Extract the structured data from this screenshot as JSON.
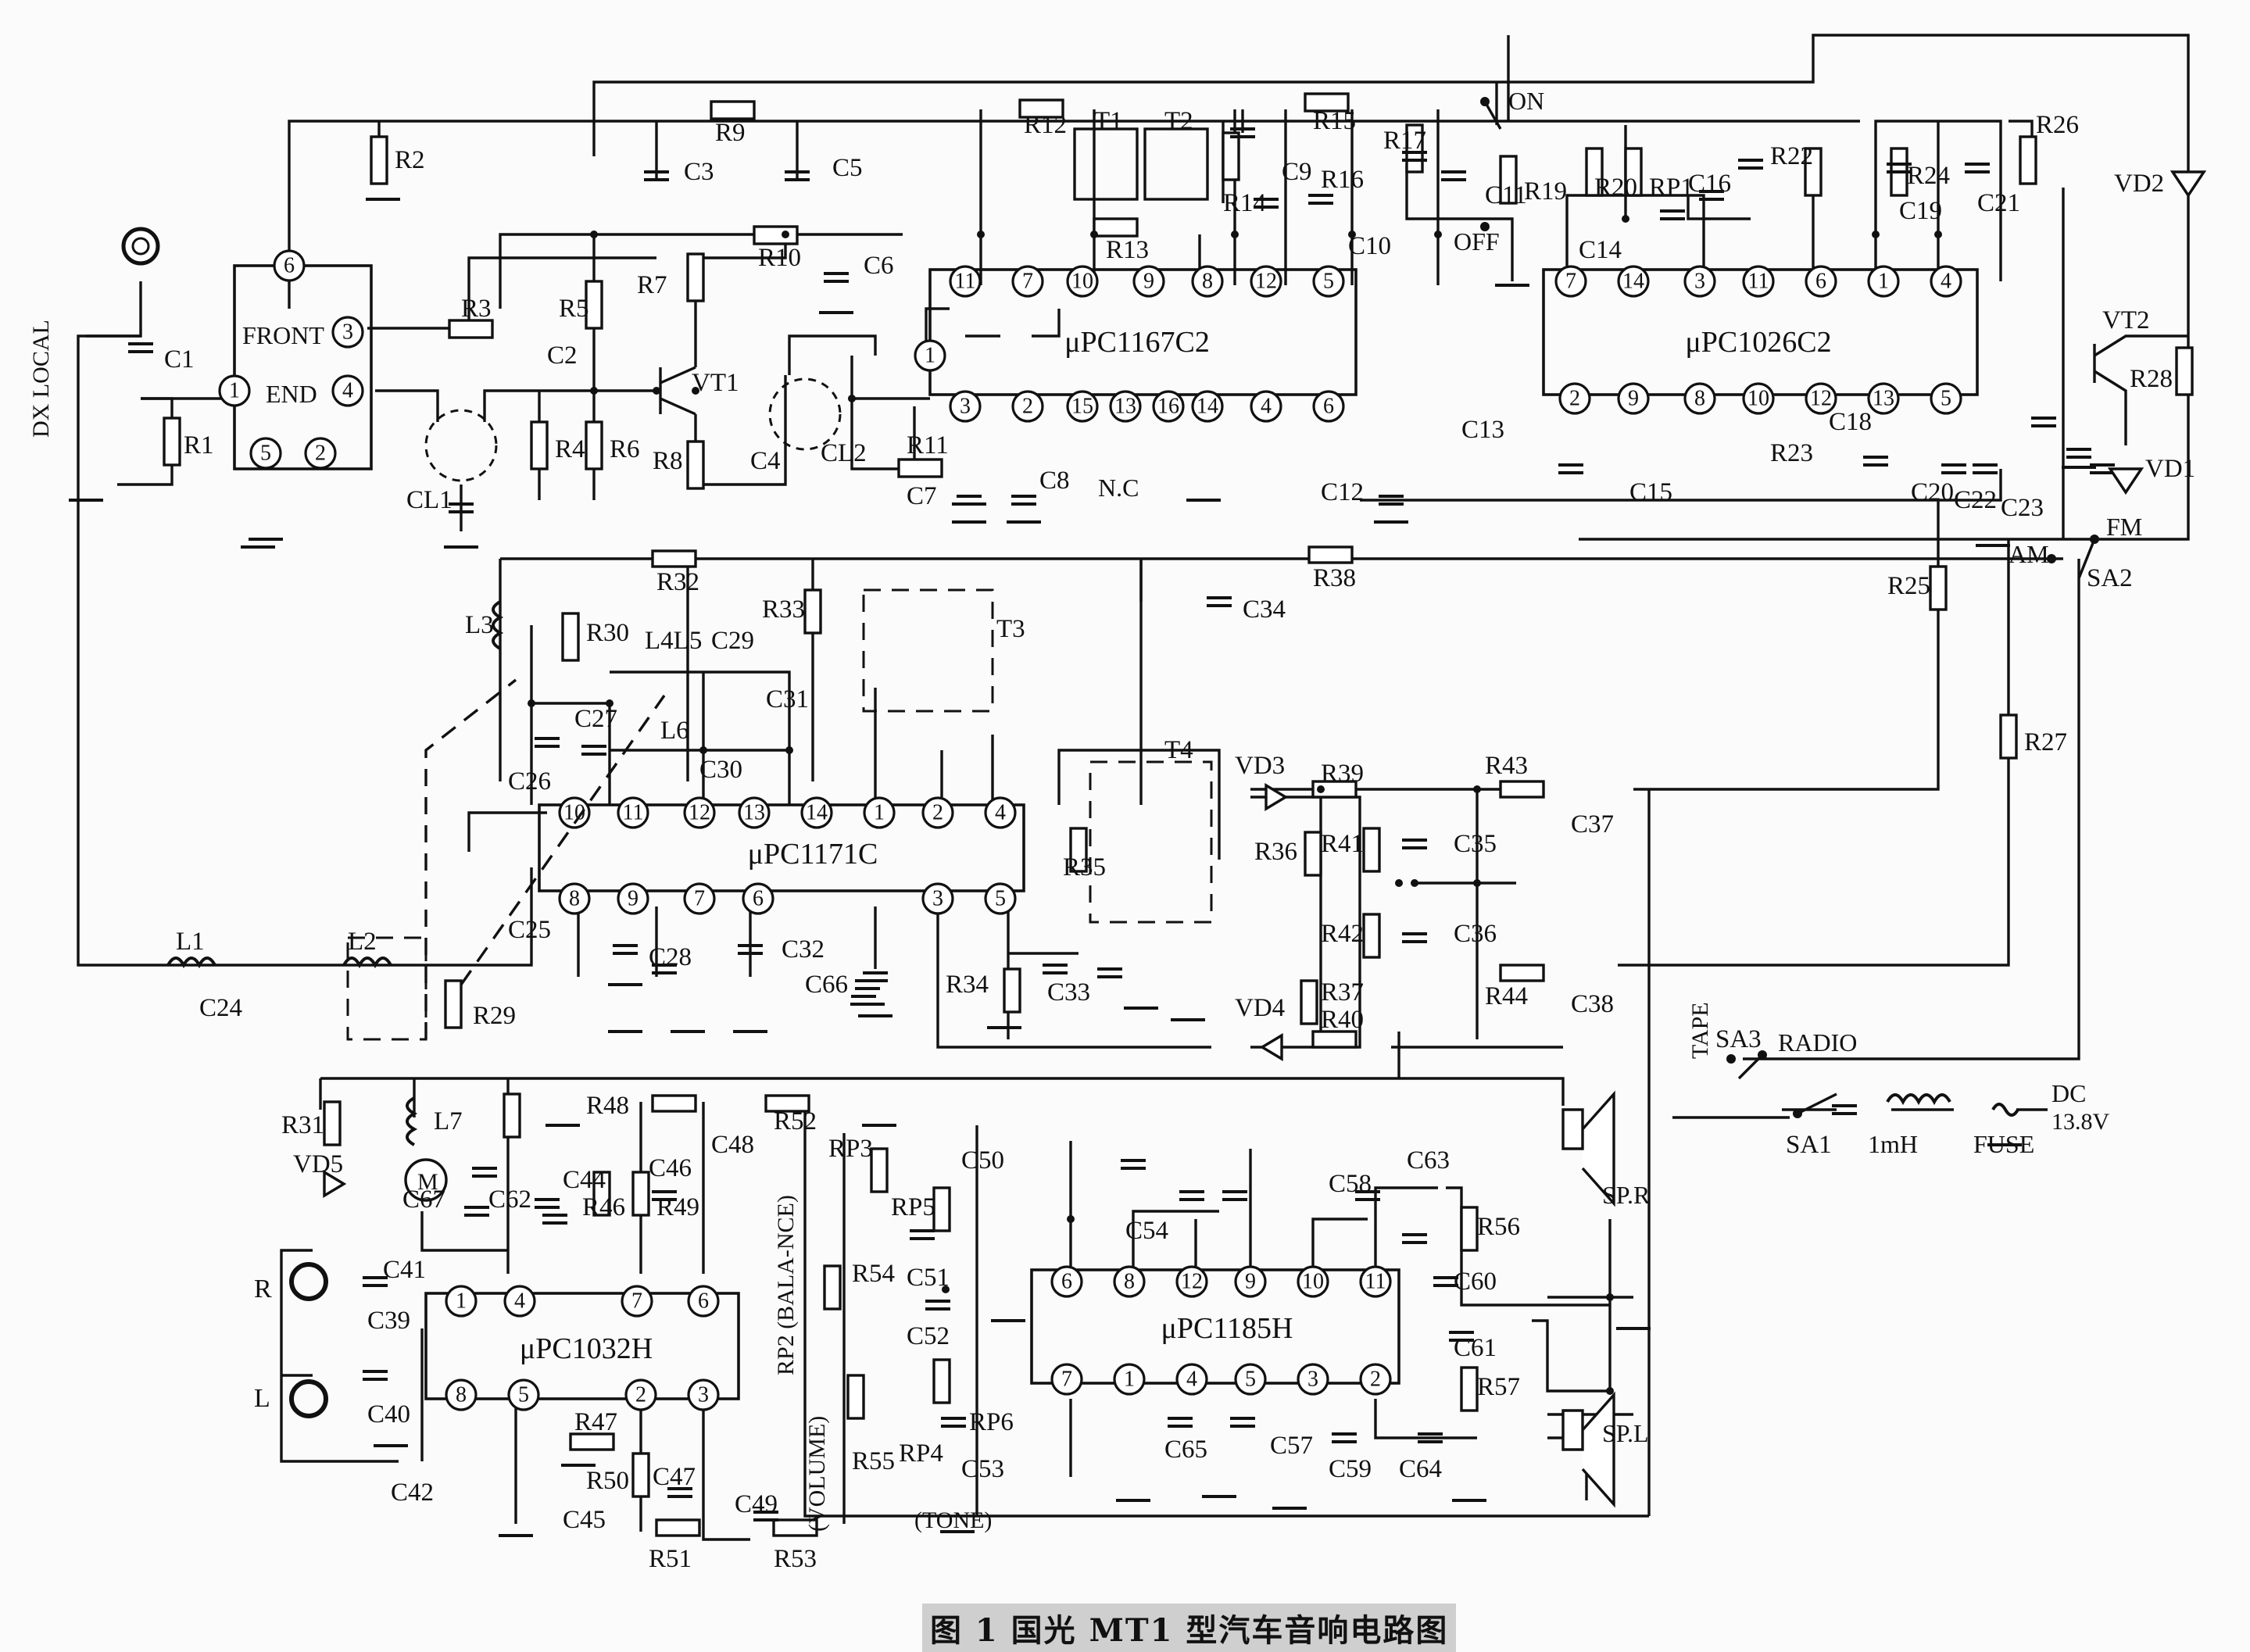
{
  "caption": "图 1 国光 MT1 型汽车音响电路图",
  "ics": {
    "ic1": "μPC1167C2",
    "ic2": "μPC1026C2",
    "ic3": "μPC1171C",
    "ic4": "μPC1032H",
    "ic5": "μPC1185H"
  },
  "pins": {
    "ic1_top": [
      "11",
      "7",
      "10",
      "9",
      "8",
      "12",
      "5"
    ],
    "ic1_left": [
      "1"
    ],
    "ic1_bottom": [
      "3",
      "2",
      "15",
      "13",
      "16",
      "14",
      "4",
      "6"
    ],
    "ic2_top": [
      "7",
      "14",
      "3",
      "11",
      "6",
      "1",
      "4"
    ],
    "ic2_bottom": [
      "2",
      "9",
      "8",
      "10",
      "12",
      "13",
      "5"
    ],
    "ic3_top": [
      "10",
      "11",
      "12",
      "13",
      "14",
      "1",
      "2",
      "4"
    ],
    "ic3_bottom": [
      "8",
      "9",
      "7",
      "6",
      "3",
      "5"
    ],
    "ic4_top": [
      "1",
      "4",
      "7",
      "6"
    ],
    "ic4_bottom": [
      "8",
      "5",
      "2",
      "3"
    ],
    "ic5_top": [
      "6",
      "8",
      "12",
      "9",
      "10",
      "11"
    ],
    "ic5_bottom": [
      "7",
      "1",
      "4",
      "5",
      "3",
      "2"
    ],
    "switch_block": [
      "6",
      "3",
      "1",
      "4",
      "5",
      "2"
    ]
  },
  "labels": {
    "dx_local": "DX LOCAL",
    "front": "FRONT",
    "end": "END",
    "on": "ON",
    "off": "OFF",
    "nc": "N.C",
    "am": "AM",
    "fm": "FM",
    "tape": "TAPE",
    "radio": "RADIO",
    "dc": "DC",
    "volt": "13.8V",
    "fuse": "FUSE",
    "inductor": "1mH",
    "spr": "SP.R",
    "spl": "SP.L",
    "ch_r": "R",
    "ch_l": "L",
    "motor": "M",
    "volume": "(VOLUME)",
    "balance": "RP2 (BALA-NCE)",
    "tone": "(TONE)"
  },
  "components": {
    "resistors": [
      "R1",
      "R2",
      "R3",
      "R4",
      "R5",
      "R6",
      "R7",
      "R8",
      "R9",
      "R10",
      "R11",
      "R12",
      "R13",
      "R14",
      "R15",
      "R16",
      "R17",
      "R19",
      "R20",
      "R22",
      "R23",
      "R24",
      "R25",
      "R26",
      "R27",
      "R28",
      "R29",
      "R30",
      "R31",
      "R32",
      "R33",
      "R34",
      "R35",
      "R36",
      "R37",
      "R38",
      "R39",
      "R40",
      "R41",
      "R42",
      "R43",
      "R44",
      "R46",
      "R47",
      "R48",
      "R49",
      "R50",
      "R51",
      "R52",
      "R53",
      "R54",
      "R55",
      "R56",
      "R57"
    ],
    "capacitors": [
      "C1",
      "C2",
      "C3",
      "C4",
      "C5",
      "C6",
      "C7",
      "C8",
      "C9",
      "C10",
      "C11",
      "C12",
      "C13",
      "C14",
      "C15",
      "C16",
      "C18",
      "C19",
      "C20",
      "C21",
      "C22",
      "C23",
      "C24",
      "C25",
      "C26",
      "C27",
      "C28",
      "C29",
      "C30",
      "C31",
      "C32",
      "C33",
      "C34",
      "C35",
      "C36",
      "C37",
      "C38",
      "C39",
      "C40",
      "C41",
      "C42",
      "C44",
      "C45",
      "C46",
      "C47",
      "C48",
      "C49",
      "C50",
      "C51",
      "C52",
      "C53",
      "C54",
      "C57",
      "C58",
      "C59",
      "C60",
      "C61",
      "C62",
      "C63",
      "C64",
      "C65",
      "C66",
      "C67"
    ],
    "others": [
      "T1",
      "T2",
      "T3",
      "T4",
      "VT1",
      "VT2",
      "VD1",
      "VD2",
      "VD3",
      "VD4",
      "VD5",
      "CL1",
      "CL2",
      "L1",
      "L2",
      "L3",
      "L4L5",
      "L6",
      "L7",
      "RP1",
      "RP3",
      "RP4",
      "RP5",
      "RP6",
      "SA1",
      "SA2",
      "SA3"
    ]
  }
}
